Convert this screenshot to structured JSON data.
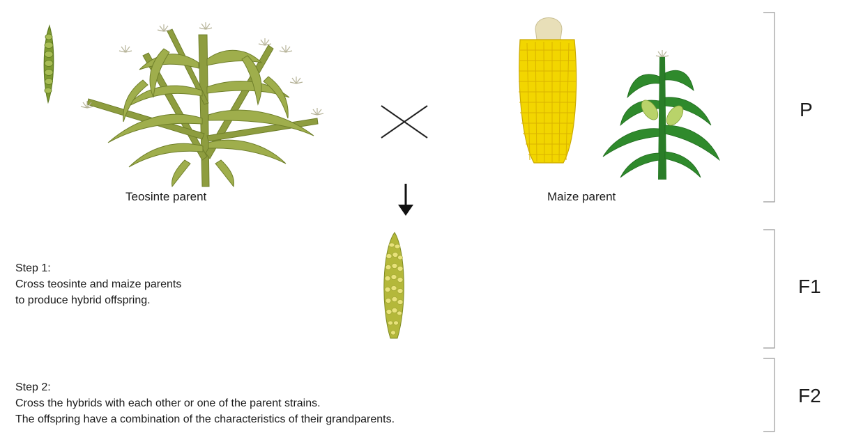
{
  "parents": {
    "teosinte_label": "Teosinte parent",
    "maize_label": "Maize parent"
  },
  "steps": {
    "step1_title": "Step 1:",
    "step1_line1": "Cross teosinte and maize parents",
    "step1_line2": "to produce hybrid offspring.",
    "step2_title": "Step 2:",
    "step2_line1": "Cross the hybrids with each other or one of the parent strains.",
    "step2_line2": "The offspring have a combination of the characteristics of their grandparents."
  },
  "generations": {
    "p": "P",
    "f1": "F1",
    "f2": "F2"
  },
  "colors": {
    "teosinte_leaf": "#9fae4c",
    "teosinte_stem": "#8e9d3f",
    "teosinte_ear": "#7e9a30",
    "maize_leaf": "#2f8a2c",
    "maize_kernel": "#f2d600",
    "maize_husk": "#e8dfb8",
    "hybrid_ear": "#d9d96a",
    "bracket": "#999999",
    "text": "#1a1a1a"
  }
}
